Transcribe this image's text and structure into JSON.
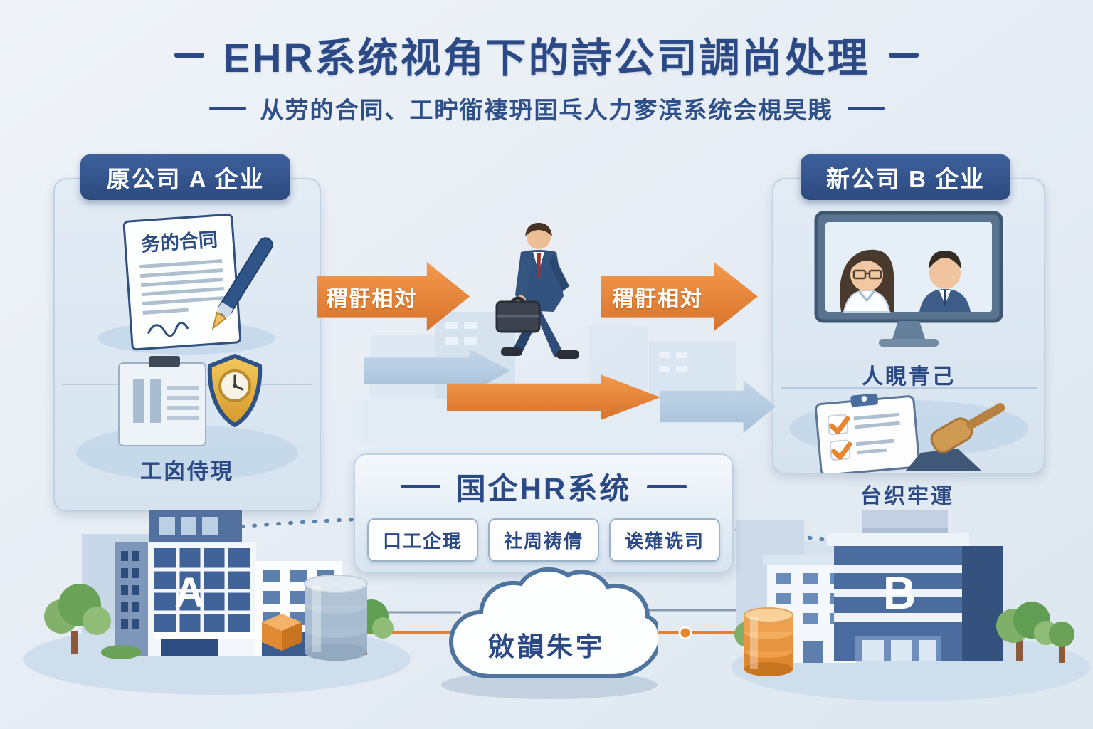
{
  "header": {
    "title": "EHR系统视角下的詩公司調尚处理",
    "subtitle": "从劳的合同、工眝衜褄玬囯乓人力奓滨系统会梘旲賎"
  },
  "left_panel": {
    "header": "厡公司 A 企业",
    "contract_label": "务的合同",
    "tenure_label": "工囟侍現"
  },
  "right_panel": {
    "header": "新公司 B 企业",
    "onboard_label": "人睍青己",
    "compliance_label": "台织牢運"
  },
  "flow": {
    "arrow_left_label": "稩骬相対",
    "arrow_right_label": "稩骬相対"
  },
  "hr_system": {
    "title": "国企HR系统",
    "modules": [
      {
        "label": "口工企琨"
      },
      {
        "label": "社周祷倩"
      },
      {
        "label": "诶薙诜司"
      }
    ]
  },
  "cloud": {
    "label": "敓韻朱宇"
  },
  "scene": {
    "building_a_letter": "A",
    "building_b_letter": "B"
  },
  "colors": {
    "primary_blue": "#2b4a85",
    "badge_blue": "#33568f",
    "accent_orange": "#e0813a",
    "panel_fill": "#dbe6f1"
  }
}
